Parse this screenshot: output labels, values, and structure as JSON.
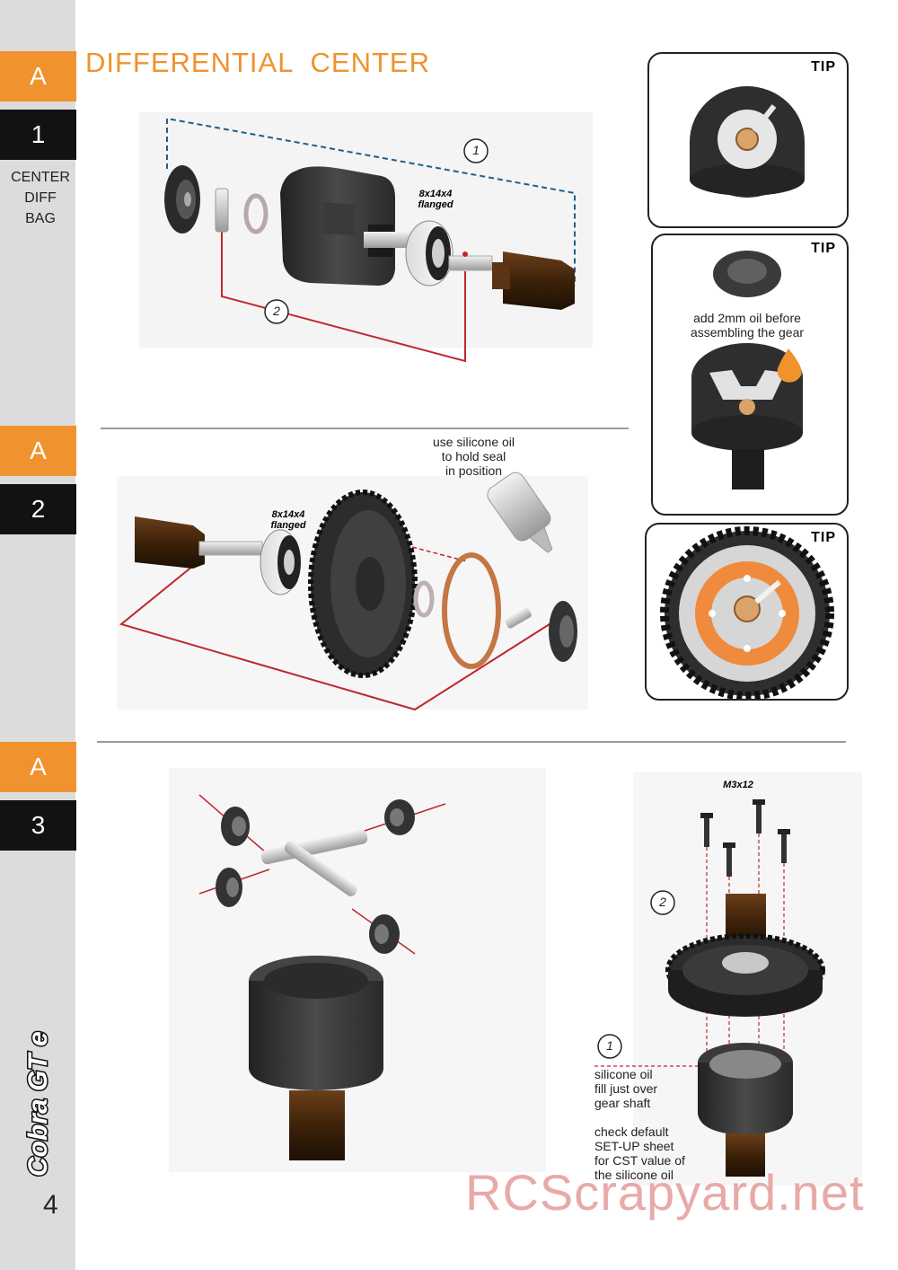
{
  "page_title": "DIFFERENTIAL  CENTER",
  "sidebar": {
    "tabs": [
      {
        "letter": "A",
        "number": "1"
      },
      {
        "letter": "A",
        "number": "2"
      },
      {
        "letter": "A",
        "number": "3"
      }
    ],
    "bag_label": [
      "CENTER",
      "DIFF",
      "BAG"
    ],
    "logo_text": "Cobra GT e",
    "page_number": "4"
  },
  "step1": {
    "bearing_label": [
      "8x14x4",
      "flanged"
    ],
    "callout_1": "1",
    "callout_2": "2"
  },
  "step2": {
    "bearing_label": [
      "8x14x4",
      "flanged"
    ],
    "oil_note": [
      "use silicone oil",
      "to hold seal",
      "in position"
    ]
  },
  "step3": {
    "screw_label": "M3x12",
    "callout_1": "1",
    "callout_2": "2",
    "oil_note": [
      "silicone oil",
      "fill just over",
      "gear shaft"
    ],
    "setup_note": [
      "check default",
      "SET-UP sheet",
      "for CST value of",
      "the silicone oil"
    ]
  },
  "tips": [
    {
      "label": "TIP"
    },
    {
      "label": "TIP",
      "note": [
        "add 2mm oil before",
        "assembling the gear"
      ]
    },
    {
      "label": "TIP"
    }
  ],
  "watermark": "RCScrapyard.net",
  "colors": {
    "accent": "#f0922e",
    "sidebar": "#dcdcdc",
    "tab_dark": "#121212",
    "leader": "#c0272d",
    "dashed": "#1f5f8b"
  }
}
